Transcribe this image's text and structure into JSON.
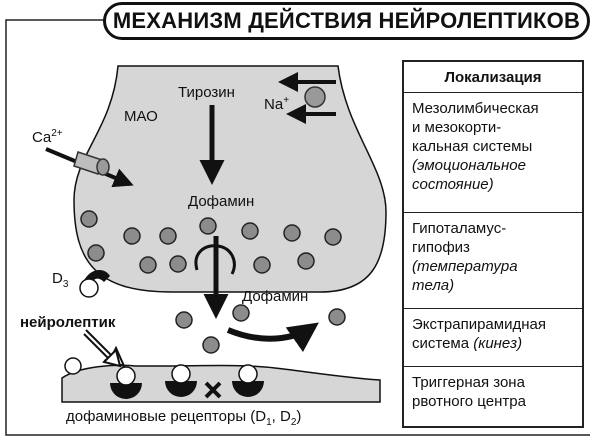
{
  "title": "МЕХАНИЗМ ДЕЙСТВИЯ НЕЙРОЛЕПТИКОВ",
  "labels": {
    "mao": "МАО",
    "tyrosine": "Тирозин",
    "na": "Na",
    "na_charge": "+",
    "ca": "Ca",
    "ca_charge": "2+",
    "dopamine_inside": "Дофамин",
    "dopamine_released": "Дофамин",
    "d3": "D",
    "d3_sub": "3",
    "neuroleptic": "нейролептик",
    "receptors_prefix": "дофаминовые рецепторы (D",
    "receptors_sub1": "1",
    "receptors_mid": ", D",
    "receptors_sub2": "2",
    "receptors_suffix": ")"
  },
  "table": {
    "header": "Локализация",
    "rows": [
      {
        "lines": [
          "Мезолимбическая",
          "и мезокорти-",
          "кальная системы"
        ],
        "note": [
          "(эмоциональное",
          "состояние)"
        ]
      },
      {
        "lines": [
          "Гипоталамус-",
          "гипофиз"
        ],
        "note": [
          "(температура",
          "тела)"
        ]
      },
      {
        "lines": [
          "Экстрапирамидная",
          "система  "
        ],
        "note_inline": "(кинез)"
      },
      {
        "lines": [
          "Триггерная зона",
          "рвотного центра"
        ]
      }
    ]
  },
  "colors": {
    "neuron_fill": "#d6d6d6",
    "vesicle_fill": "#8c8c8c",
    "ink": "#111111",
    "na_ball": "#999999"
  }
}
